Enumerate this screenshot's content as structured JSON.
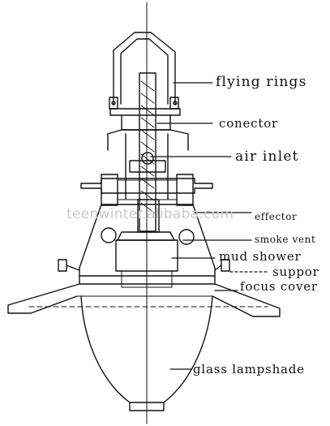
{
  "labels": {
    "flying_rings": "flying rings",
    "connector": "conector",
    "air_inlet": "air inlet",
    "effector": "effector",
    "smoke_vent": "smoke vent",
    "mud_shower": "mud shower",
    "support": "suppor",
    "focus_cover": "focus cover",
    "glass_lampshade": "glass lampshade"
  },
  "watermark": "teenwinter.alibaba.com"
}
